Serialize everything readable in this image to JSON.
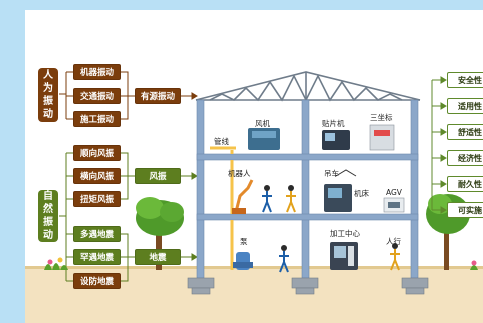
{
  "human_group": {
    "label": "人为振动"
  },
  "nature_group": {
    "label": "自然振动"
  },
  "human_items": [
    "机器振动",
    "交通振动",
    "施工振动"
  ],
  "human_merge": "有源振动",
  "wind_items": [
    "顺向风振",
    "横向风振",
    "扭矩风振"
  ],
  "wind_merge": "风振",
  "quake_items": [
    "多遇地震",
    "罕遇地震",
    "设防地震"
  ],
  "quake_merge": "地震",
  "building_labels": {
    "pipeline": "管线",
    "fan": "风机",
    "placer": "贴片机",
    "cmm": "三坐标",
    "robot": "机器人",
    "crane": "吊车",
    "machine_tool": "机床",
    "agv": "AGV",
    "pump": "泵",
    "machining_center": "加工中心",
    "pedestrian": "人行"
  },
  "right_items": [
    "安全性",
    "适用性",
    "舒适性",
    "经济性",
    "耐久性",
    "可实施"
  ],
  "colors": {
    "brown": "#7b3d0c",
    "olive": "#5d7e1f",
    "accent_yellow": "#f6c34a",
    "steel_blue": "#8ba7c9"
  }
}
